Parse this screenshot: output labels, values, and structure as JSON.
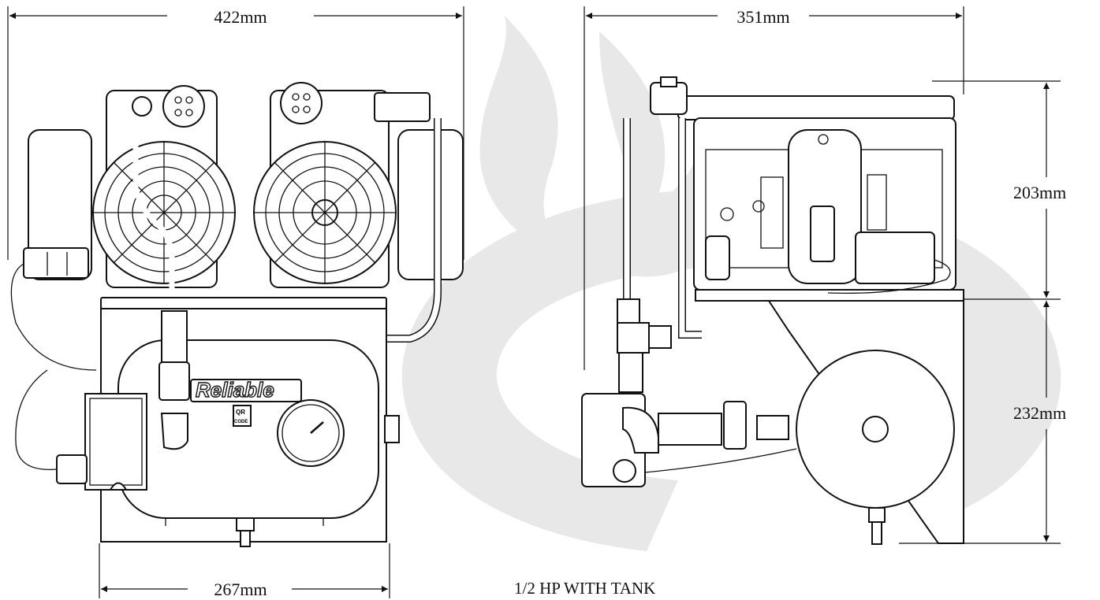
{
  "dimensions": {
    "front_width": "422mm",
    "base_width": "267mm",
    "side_depth": "351mm",
    "upper_height": "203mm",
    "lower_height": "232mm"
  },
  "caption": "1/2 HP WITH TANK",
  "brand_label": "Reliable",
  "tank_badge": {
    "line1": "QR",
    "line2": "CODE"
  },
  "colors": {
    "line": "#111111",
    "watermark": "#e6e6e6",
    "background": "#ffffff"
  },
  "icons": [
    "watermark-logo",
    "fan-guard-icon",
    "pressure-gauge-icon"
  ]
}
